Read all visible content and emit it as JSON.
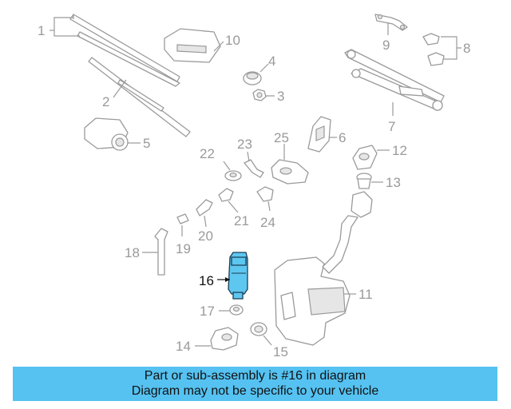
{
  "callouts": {
    "c1": "1",
    "c2": "2",
    "c3": "3",
    "c4": "4",
    "c5": "5",
    "c6": "6",
    "c7": "7",
    "c8": "8",
    "c9": "9",
    "c10": "10",
    "c11": "11",
    "c12": "12",
    "c13": "13",
    "c14": "14",
    "c15": "15",
    "c16": "16",
    "c17": "17",
    "c18": "18",
    "c19": "19",
    "c20": "20",
    "c21": "21",
    "c22": "22",
    "c23": "23",
    "c24": "24",
    "c25": "25"
  },
  "highlight_part": "16",
  "colors": {
    "highlight": "#5ec7f0",
    "footer_bg": "#55c2f1",
    "line_art": "#9a9a9a"
  },
  "footer": {
    "line1": "Part or sub-assembly is #16 in diagram",
    "line2": "Diagram may not be specific to your vehicle"
  }
}
